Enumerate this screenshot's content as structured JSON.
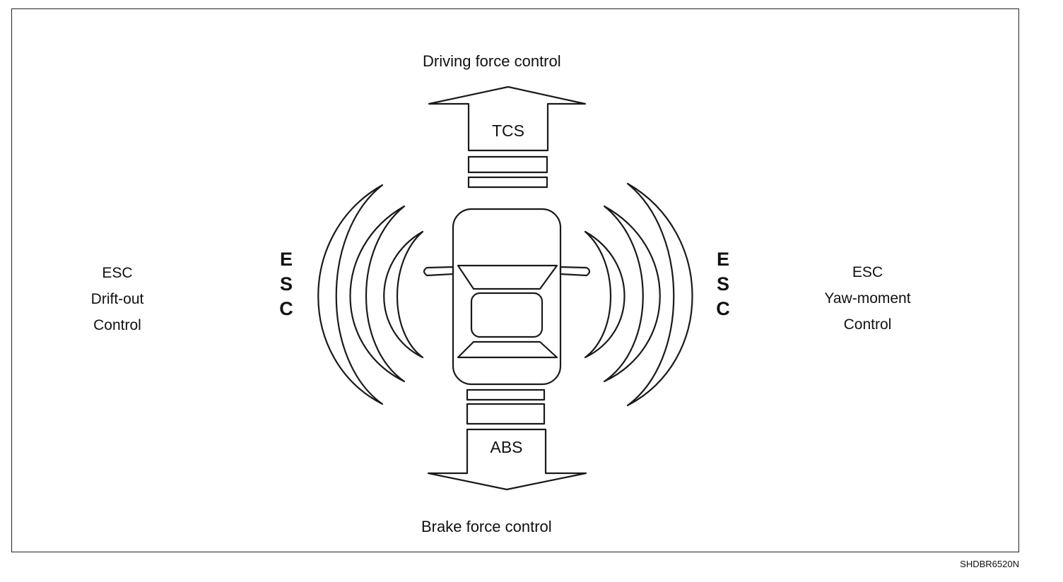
{
  "top_label": "Driving force control",
  "bottom_label": "Brake force control",
  "top_arrow_text": "TCS",
  "bottom_arrow_text": "ABS",
  "left_side": {
    "line1": "ESC",
    "line2": "Drift-out",
    "line3": "Control"
  },
  "right_side": {
    "line1": "ESC",
    "line2": "Yaw-moment",
    "line3": "Control"
  },
  "esc_vertical": {
    "l1": "E",
    "l2": "S",
    "l3": "C"
  },
  "figure_code": "SHDBR6520N"
}
